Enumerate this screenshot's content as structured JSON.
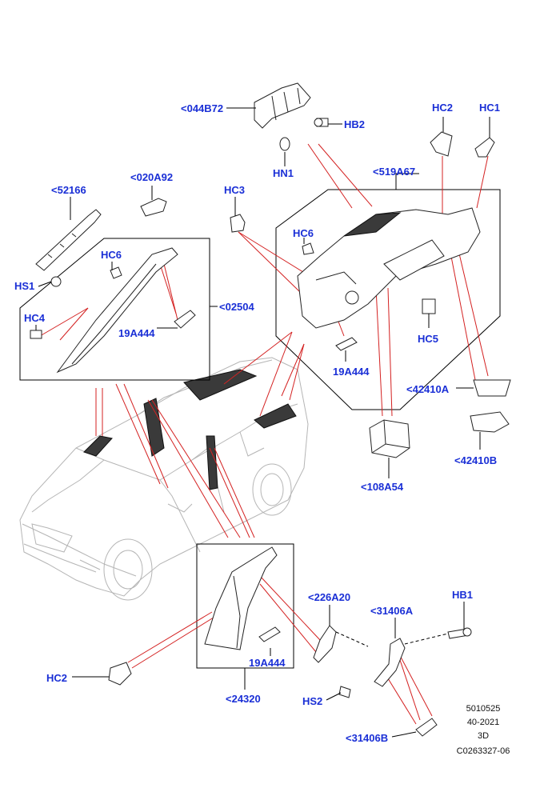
{
  "labels": {
    "l_044B72": "<044B72",
    "l_HB2": "HB2",
    "l_HN1": "HN1",
    "l_HC2_top": "HC2",
    "l_HC1": "HC1",
    "l_519A67": "<519A67",
    "l_52166": "<52166",
    "l_020A92": "<020A92",
    "l_HC3": "HC3",
    "l_HC6_a": "HC6",
    "l_HC6_b": "HC6",
    "l_HS1": "HS1",
    "l_HC4": "HC4",
    "l_19A444_a": "19A444",
    "l_02504": "<02504",
    "l_19A444_b": "19A444",
    "l_HC5": "HC5",
    "l_42410A": "<42410A",
    "l_42410B": "<42410B",
    "l_108A54": "<108A54",
    "l_226A20": "<226A20",
    "l_HB1": "HB1",
    "l_31406A": "<31406A",
    "l_19A444_c": "19A444",
    "l_HC2_bot": "HC2",
    "l_HS2": "HS2",
    "l_24320": "<24320",
    "l_31406B": "<31406B"
  },
  "meta": {
    "line1": "5010525",
    "line2": "40-2021",
    "line3": "3D",
    "line4": "C0263327-06"
  },
  "colors": {
    "label": "#1a2fd6",
    "callout": "#d42222",
    "line": "#000000",
    "car": "#b5b5b5"
  }
}
